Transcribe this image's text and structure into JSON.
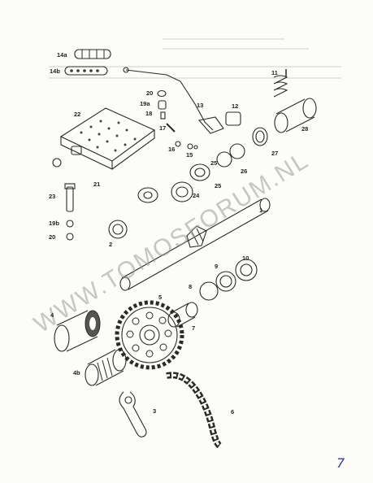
{
  "watermark": "WWW.TOMOSFORUM.NL",
  "page_number": "7",
  "labels": {
    "p14a": "14a",
    "p14b": "14b",
    "p11": "11",
    "p20a": "20",
    "p19a": "19a",
    "p18": "18",
    "p13": "13",
    "p12": "12",
    "p22": "22",
    "p17": "17",
    "p28": "28",
    "p16": "16",
    "p15": "15",
    "p27": "27",
    "p26": "26",
    "p25a": "25",
    "p21": "21",
    "p25b": "25",
    "p24": "24",
    "p1": "1",
    "p23": "23",
    "p19b": "19b",
    "p20b": "20",
    "p2": "2",
    "p10": "10",
    "p9": "9",
    "p8": "8",
    "p5": "5",
    "p4": "4",
    "p7": "7",
    "p4b": "4b",
    "p3": "3",
    "p6": "6"
  }
}
